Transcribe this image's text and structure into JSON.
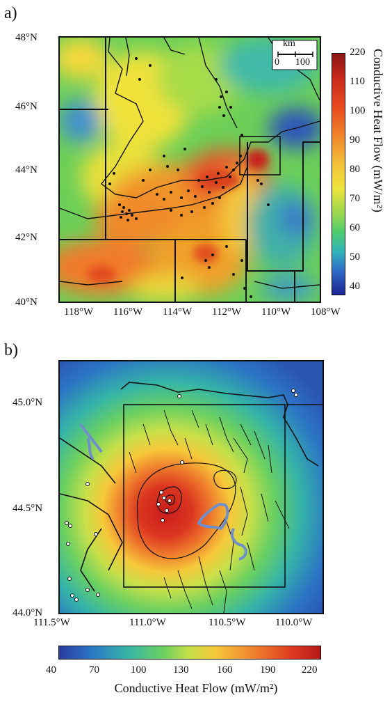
{
  "panel_a": {
    "label": "a)",
    "lat_labels": [
      "48°N",
      "46°N",
      "44°N",
      "42°N",
      "40°N"
    ],
    "lon_labels": [
      "118°W",
      "116°W",
      "114°W",
      "112°W",
      "110°W",
      "108°W"
    ],
    "scale_bar": {
      "unit": "km",
      "start": "0",
      "end": "100"
    },
    "colorbar": {
      "title": "Conductive Heat Flow (mW/m²)",
      "ticks": [
        "220",
        "110",
        "100",
        "90",
        "80",
        "70",
        "60",
        "50",
        "40"
      ]
    }
  },
  "panel_b": {
    "label": "b)",
    "lat_labels": [
      "45.0°N",
      "44.5°N",
      "44.0°N"
    ],
    "lon_labels": [
      "111.5°W",
      "111.0°W",
      "110.5°W",
      "110.0°W"
    ],
    "colorbar": {
      "title": "Conductive Heat Flow (mW/m²)",
      "ticks": [
        "40",
        "70",
        "100",
        "130",
        "160",
        "190",
        "220"
      ]
    }
  },
  "colors": {
    "low": "#2a3a9e",
    "mid": "#5fd05a",
    "high": "#c8281c",
    "outline": "#111111",
    "lake": "#6f8fc8"
  }
}
